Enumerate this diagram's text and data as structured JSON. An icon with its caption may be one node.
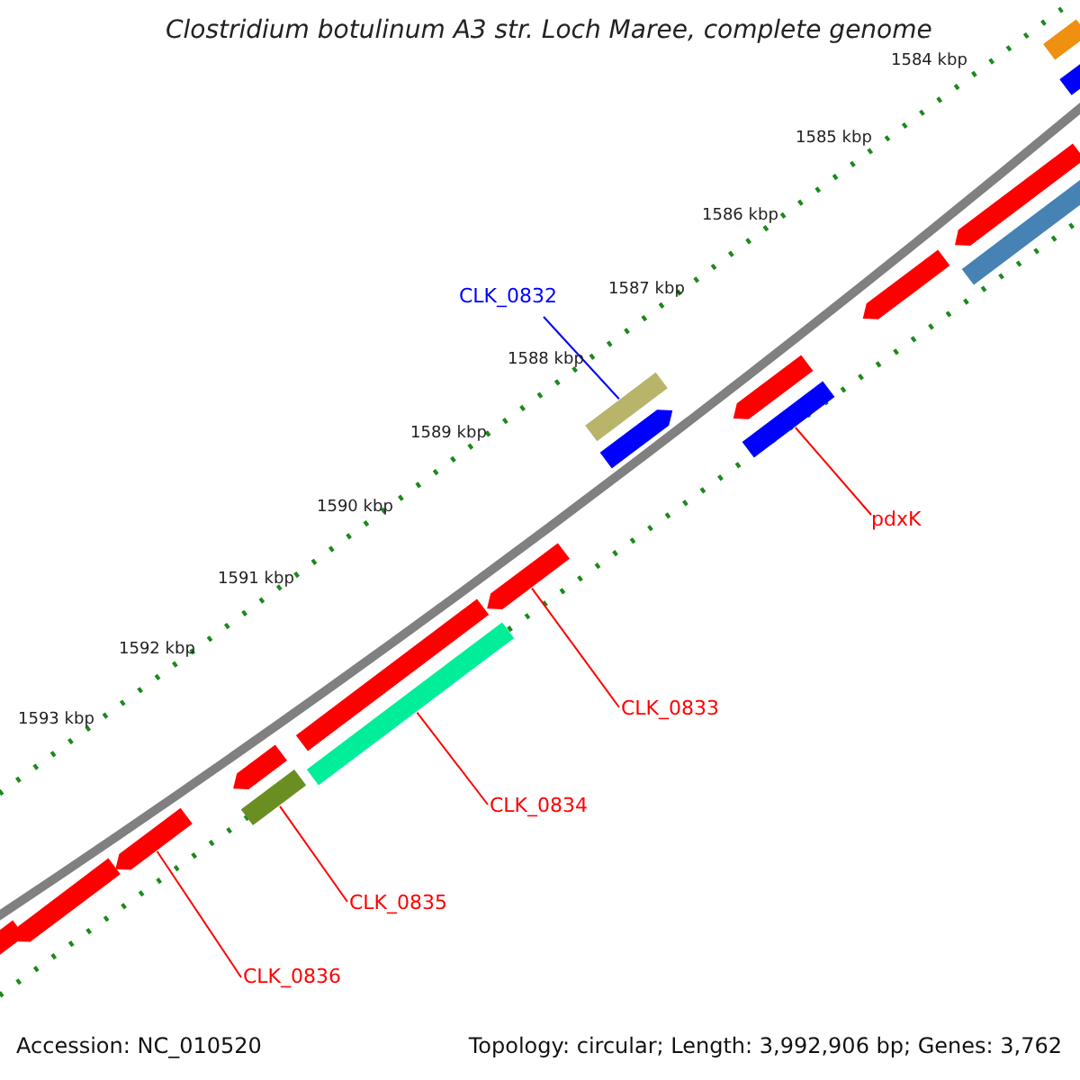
{
  "diagram": {
    "title": "Clostridium botulinum A3 str. Loch Maree, complete genome",
    "nodes": [
      {
        "text": [
          "CLK_0832"
        ]
      },
      {
        "text": [
          "pdxK"
        ]
      },
      {
        "text": [
          "CLK_0833"
        ]
      },
      {
        "text": [
          "CLK_0834"
        ]
      },
      {
        "text": [
          "CLK_0835"
        ]
      },
      {
        "text": [
          "CLK_0836"
        ]
      },
      {
        "text": [],
        "shape": "bar"
      },
      {
        "text": [],
        "shape": "bar"
      },
      {
        "text": [],
        "shape": "bar"
      },
      {
        "text": [],
        "shape": "bar"
      },
      {
        "text": [],
        "shape": "bar"
      },
      {
        "text": [],
        "shape": "bar"
      },
      {
        "text": [],
        "shape": "bar"
      },
      {
        "text": [],
        "shape": "bar"
      },
      {
        "text": [],
        "shape": "bar"
      },
      {
        "text": [],
        "shape": "bar"
      },
      {
        "text": [],
        "shape": "bar"
      },
      {
        "text": [],
        "shape": "bar"
      },
      {
        "text": [],
        "shape": "bar"
      },
      {
        "text": [],
        "shape": "bar"
      },
      {
        "text": [],
        "shape": "bar"
      },
      {
        "text": [],
        "shape": "bar"
      },
      {
        "text": [],
        "shape": "bar"
      }
    ],
    "edges": [
      {
        "from": 0,
        "to": 12,
        "arrow": "none",
        "color": "#0000ff"
      },
      {
        "from": 1,
        "to": 13,
        "arrow": "none"
      },
      {
        "from": 2,
        "to": 15,
        "arrow": "none"
      },
      {
        "from": 3,
        "to": 17,
        "arrow": "none"
      },
      {
        "from": 4,
        "to": 19,
        "arrow": "none"
      },
      {
        "from": 5,
        "to": 20,
        "arrow": "none"
      }
    ],
    "labels": [
      "1584 kbp",
      "1585 kbp",
      "1586 kbp",
      "1587 kbp",
      "1588 kbp",
      "1589 kbp",
      "1590 kbp",
      "1591 kbp",
      "1592 kbp",
      "1593 kbp",
      "Accession: NC_010520",
      "Topology: circular; Length: 3,992,906 bp; Genes: 3,762"
    ]
  }
}
